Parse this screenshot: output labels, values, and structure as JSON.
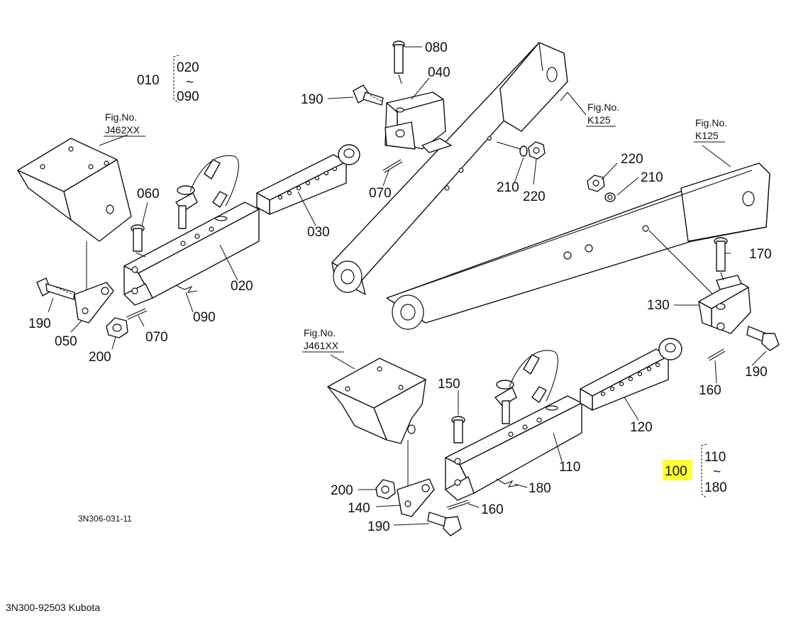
{
  "drawing_number": "3N306-031-11",
  "footer": "3N300-92503 Kubota",
  "highlight_color": "#ffff33",
  "ranges": [
    {
      "parent": "010",
      "from": "020",
      "tilde": "~",
      "to": "090"
    },
    {
      "parent": "100",
      "from": "110",
      "tilde": "~",
      "to": "180"
    }
  ],
  "fig_refs": [
    {
      "title": "Fig.No.",
      "number": "J462XX"
    },
    {
      "title": "Fig.No.",
      "number": "K125"
    },
    {
      "title": "Fig.No.",
      "number": "K125"
    },
    {
      "title": "Fig.No.",
      "number": "J461XX"
    }
  ],
  "callouts": {
    "c080": "080",
    "c040": "040",
    "c190_top": "190",
    "c070_top": "070",
    "c210_top": "210",
    "c220_top": "220",
    "c220_right": "220",
    "c210_right": "210",
    "c060": "060",
    "c030": "030",
    "c020": "020",
    "c090": "090",
    "c190_left": "190",
    "c050": "050",
    "c070_left": "070",
    "c200_left": "200",
    "c170": "170",
    "c130": "130",
    "c190_right": "190",
    "c160_right": "160",
    "c150": "150",
    "c120": "120",
    "c110": "110",
    "c180": "180",
    "c200_bottom": "200",
    "c140": "140",
    "c160_bottom": "160",
    "c190_bottom": "190"
  }
}
